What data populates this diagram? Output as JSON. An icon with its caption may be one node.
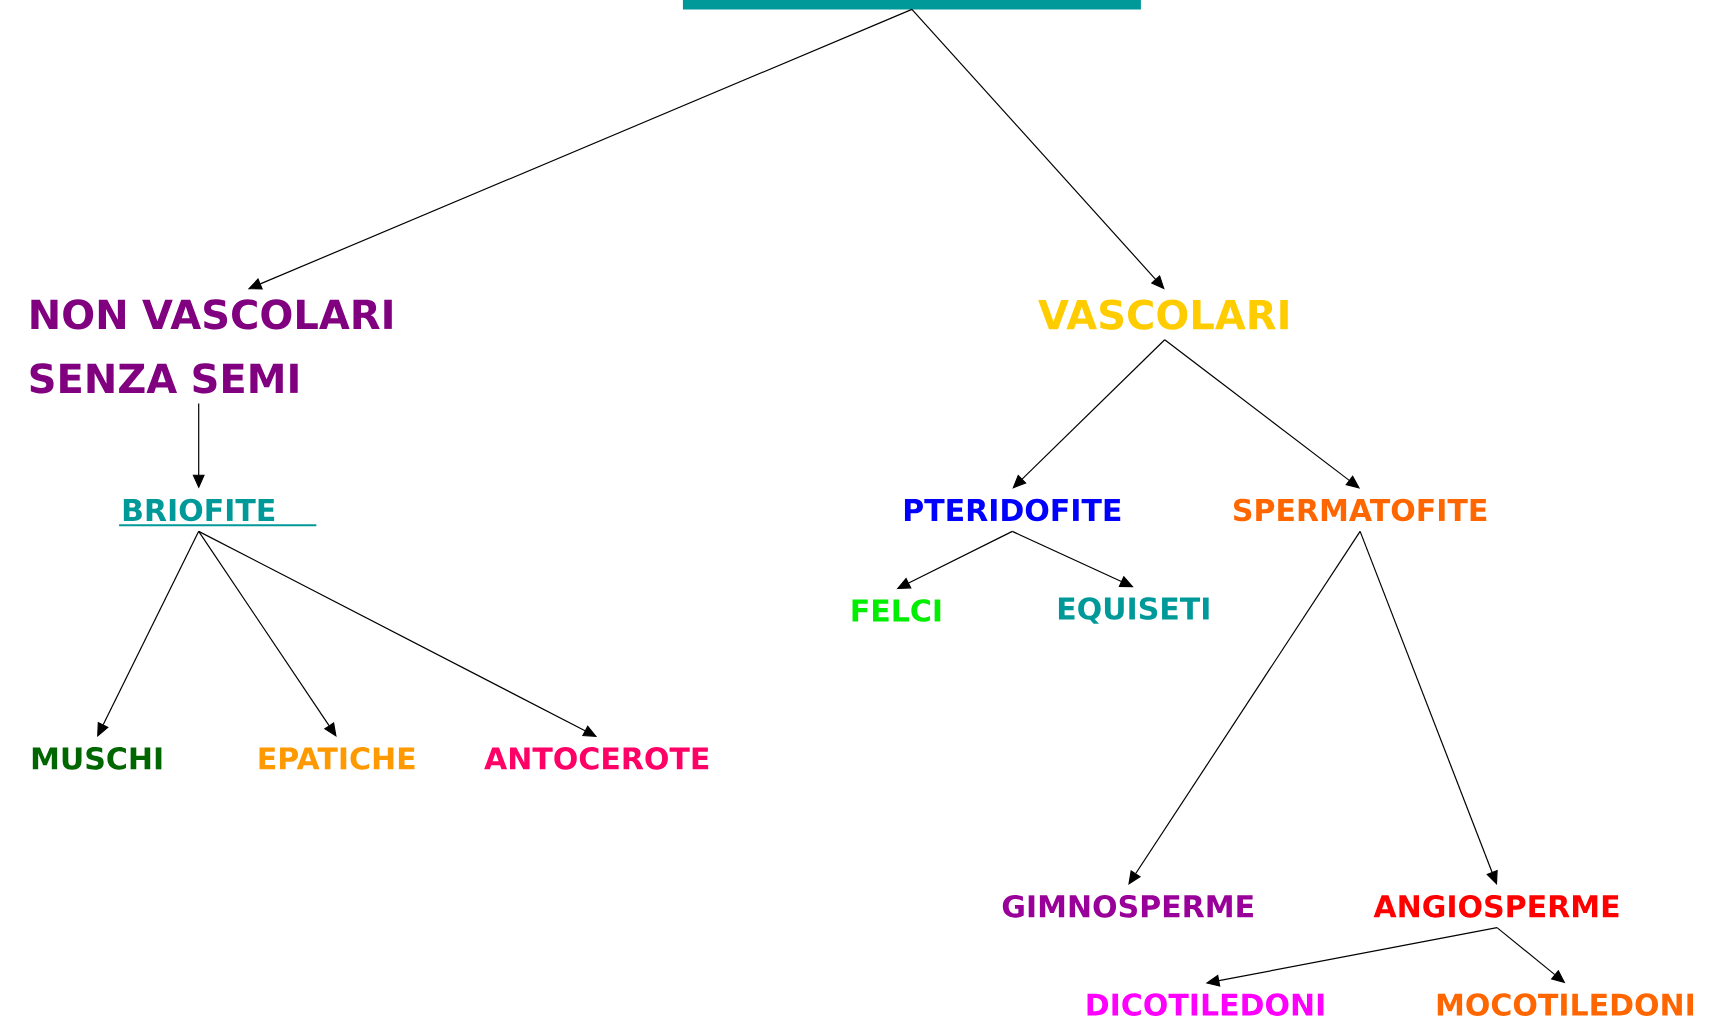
{
  "diagram": {
    "nodes": [
      {
        "text": [],
        "shape": "bar"
      },
      {
        "text": [
          "NON VASCOLARI SENZA SEMI"
        ]
      },
      {
        "text": [
          "VASCOLARI"
        ]
      },
      {
        "text": [
          "BRIOFITE"
        ]
      },
      {
        "text": [
          "PTERIDOFITE"
        ]
      },
      {
        "text": [
          "SPERMATOFITE"
        ]
      },
      {
        "text": [
          "MUSCHI"
        ]
      },
      {
        "text": [
          "EPATICHE"
        ]
      },
      {
        "text": [
          "ANTOCEROTE"
        ]
      },
      {
        "text": [
          "FELCI"
        ]
      },
      {
        "text": [
          "EQUISETI"
        ]
      },
      {
        "text": [
          "GIMNOSPERME"
        ]
      },
      {
        "text": [
          "ANGIOSPERME"
        ]
      },
      {
        "text": [
          "DICOTILEDONI"
        ]
      },
      {
        "text": [
          "MOCOTILEDONI"
        ]
      }
    ],
    "edges": [
      {
        "from": 0,
        "to": 1,
        "arrow": "to"
      },
      {
        "from": 0,
        "to": 2,
        "arrow": "to"
      },
      {
        "from": 1,
        "to": 3,
        "arrow": "to"
      },
      {
        "from": 3,
        "to": 6,
        "arrow": "to"
      },
      {
        "from": 3,
        "to": 7,
        "arrow": "to"
      },
      {
        "from": 3,
        "to": 8,
        "arrow": "to"
      },
      {
        "from": 2,
        "to": 4,
        "arrow": "to"
      },
      {
        "from": 2,
        "to": 5,
        "arrow": "to"
      },
      {
        "from": 4,
        "to": 9,
        "arrow": "to"
      },
      {
        "from": 4,
        "to": 10,
        "arrow": "to"
      },
      {
        "from": 5,
        "to": 11,
        "arrow": "to"
      },
      {
        "from": 5,
        "to": 12,
        "arrow": "to"
      },
      {
        "from": 12,
        "to": 13,
        "arrow": "to"
      },
      {
        "from": 12,
        "to": 14,
        "arrow": "to"
      }
    ]
  }
}
